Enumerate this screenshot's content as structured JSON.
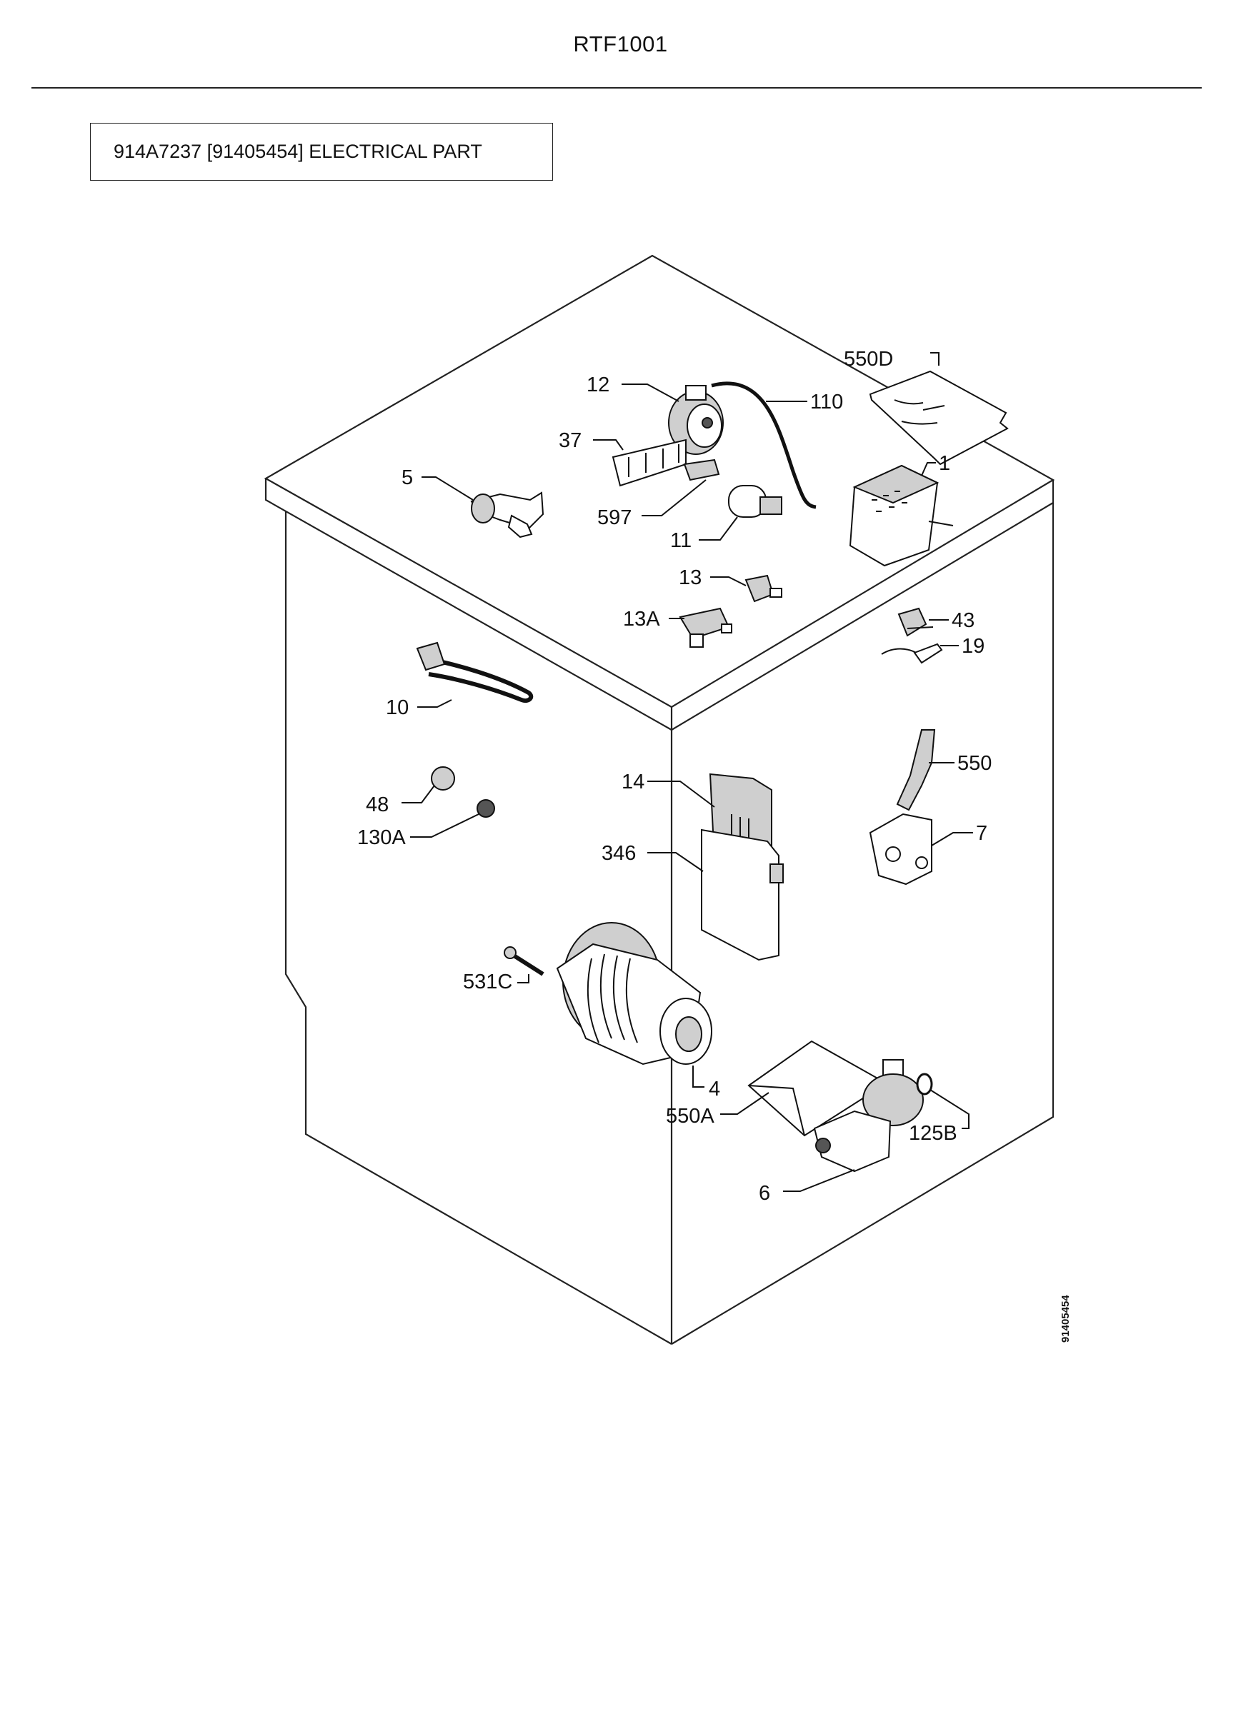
{
  "header": {
    "title": "RTF1001",
    "section_label": "914A7237 [91405454] ELECTRICAL PART"
  },
  "diagram": {
    "doc_code": "91405454",
    "callouts": [
      {
        "id": "550D",
        "label": "550D"
      },
      {
        "id": "12",
        "label": "12"
      },
      {
        "id": "110",
        "label": "110"
      },
      {
        "id": "37",
        "label": "37"
      },
      {
        "id": "1",
        "label": "1"
      },
      {
        "id": "5",
        "label": "5"
      },
      {
        "id": "597",
        "label": "597"
      },
      {
        "id": "11",
        "label": "11"
      },
      {
        "id": "13",
        "label": "13"
      },
      {
        "id": "13A",
        "label": "13A"
      },
      {
        "id": "43",
        "label": "43"
      },
      {
        "id": "19",
        "label": "19"
      },
      {
        "id": "10",
        "label": "10"
      },
      {
        "id": "550",
        "label": "550"
      },
      {
        "id": "14",
        "label": "14"
      },
      {
        "id": "48",
        "label": "48"
      },
      {
        "id": "7",
        "label": "7"
      },
      {
        "id": "130A",
        "label": "130A"
      },
      {
        "id": "346",
        "label": "346"
      },
      {
        "id": "531C",
        "label": "531C"
      },
      {
        "id": "4",
        "label": "4"
      },
      {
        "id": "550A",
        "label": "550A"
      },
      {
        "id": "125B",
        "label": "125B"
      },
      {
        "id": "6",
        "label": "6"
      }
    ]
  }
}
